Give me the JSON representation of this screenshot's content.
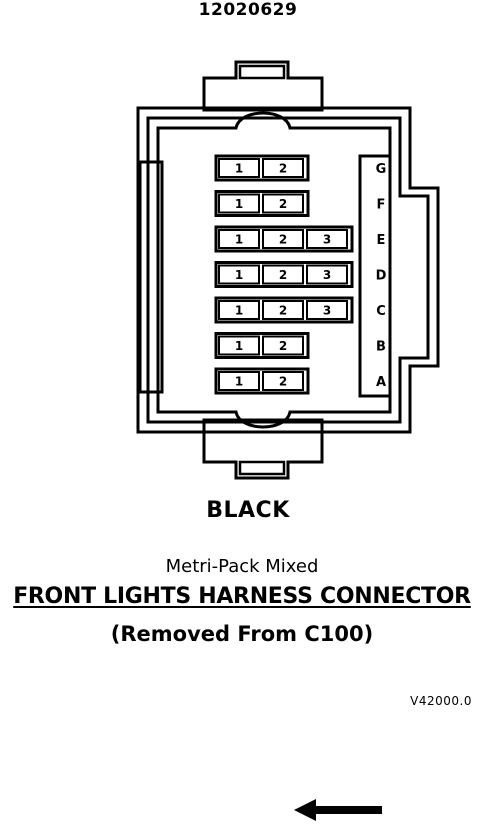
{
  "part_number": "12020629",
  "connector": {
    "color_label": "BLACK",
    "rows": [
      {
        "letter": "G",
        "cavities": [
          "1",
          "2"
        ]
      },
      {
        "letter": "F",
        "cavities": [
          "1",
          "2"
        ]
      },
      {
        "letter": "E",
        "cavities": [
          "1",
          "2",
          "3"
        ]
      },
      {
        "letter": "D",
        "cavities": [
          "1",
          "2",
          "3"
        ]
      },
      {
        "letter": "C",
        "cavities": [
          "1",
          "2",
          "3"
        ]
      },
      {
        "letter": "B",
        "cavities": [
          "1",
          "2"
        ]
      },
      {
        "letter": "A",
        "cavities": [
          "1",
          "2"
        ]
      }
    ]
  },
  "caption": {
    "subtitle": "Metri-Pack Mixed",
    "title": "FRONT LIGHTS HARNESS CONNECTOR",
    "note": "(Removed From C100)"
  },
  "reference_code": "V42000.0",
  "arrow": {
    "direction": "left",
    "icon": "left-arrow-icon"
  }
}
